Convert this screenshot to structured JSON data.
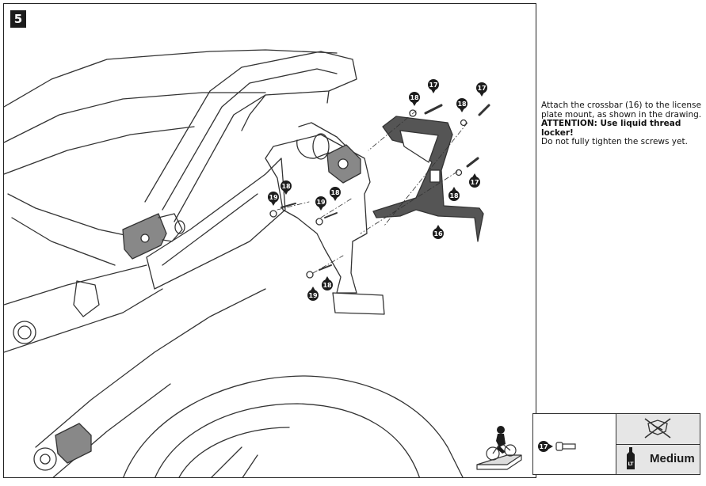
{
  "step": {
    "number": "5"
  },
  "instructions": {
    "line1": "Attach the crossbar (16) to the license plate mount, as shown in the drawing.",
    "attention": "ATTENTION: Use liquid thread locker!",
    "line3": "Do not fully tighten the screws yet."
  },
  "part_labels": {
    "crossbar": "16",
    "screw": "17",
    "washer": "18",
    "nut": "19"
  },
  "spec_table": {
    "part_number": "17",
    "threadlocker_strength": "Medium"
  },
  "icons": {
    "motorcycle": "motorcycle-rider-icon",
    "no_grease": "no-grease-icon",
    "threadlocker": "threadlocker-bottle-icon"
  }
}
